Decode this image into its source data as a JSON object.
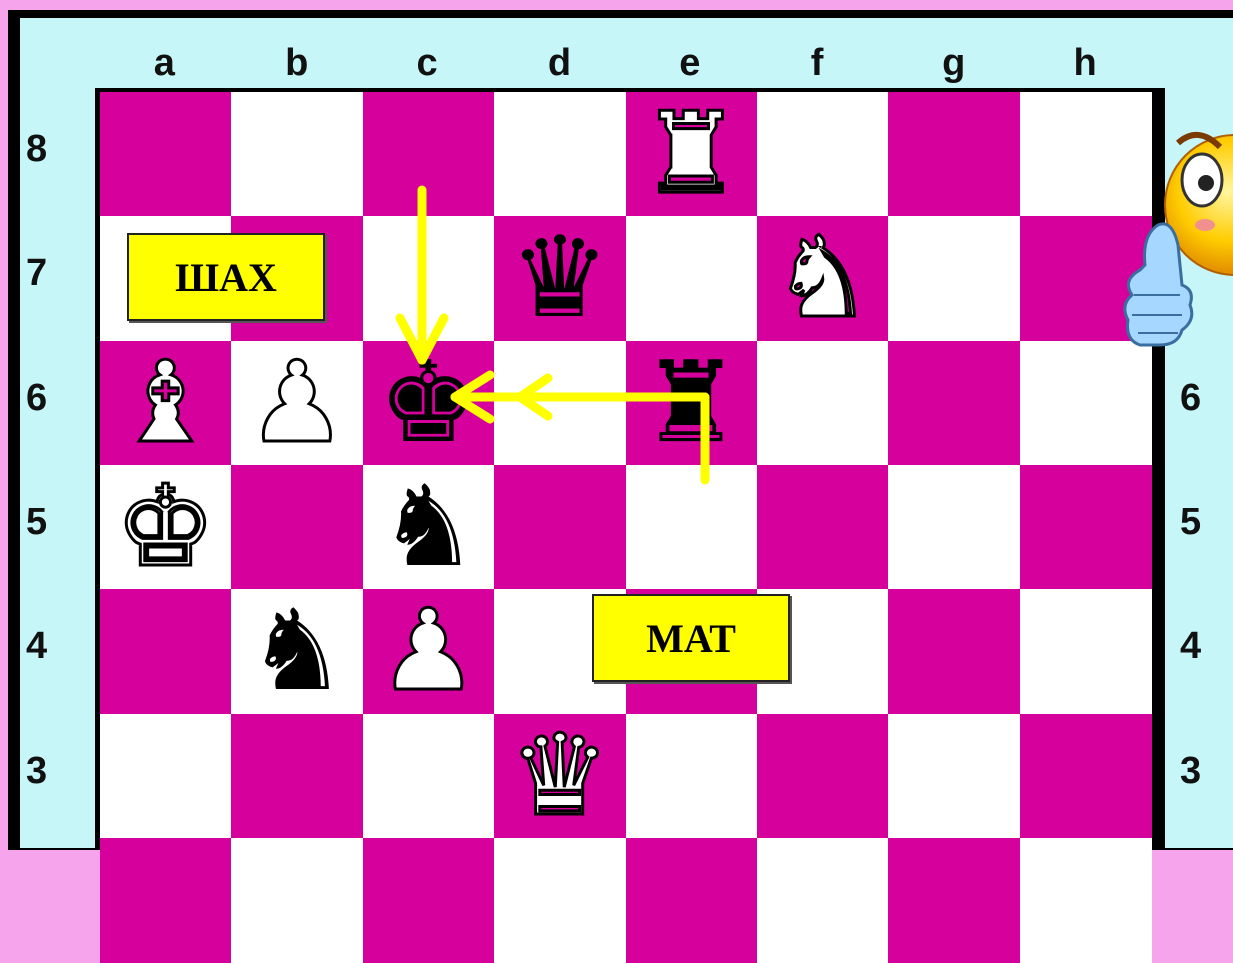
{
  "board": {
    "files": [
      "a",
      "b",
      "c",
      "d",
      "e",
      "f",
      "g",
      "h"
    ],
    "ranks_left": [
      "8",
      "7",
      "6",
      "5",
      "4",
      "3"
    ],
    "ranks_right": [
      "6",
      "5",
      "4",
      "3"
    ],
    "light_color": "#ffffff",
    "dark_color": "#d6009c",
    "pieces": [
      {
        "square": "e8",
        "piece": "rook",
        "color": "white",
        "glyph": "♜"
      },
      {
        "square": "d7",
        "piece": "queen",
        "color": "black",
        "glyph": "♛"
      },
      {
        "square": "f7",
        "piece": "knight",
        "color": "white",
        "glyph": "♞"
      },
      {
        "square": "a6",
        "piece": "bishop",
        "color": "white",
        "glyph": "♝"
      },
      {
        "square": "b6",
        "piece": "pawn",
        "color": "white",
        "glyph": "♟"
      },
      {
        "square": "c6",
        "piece": "king",
        "color": "black",
        "glyph": "♚"
      },
      {
        "square": "e6",
        "piece": "rook",
        "color": "black",
        "glyph": "♜"
      },
      {
        "square": "a5",
        "piece": "king",
        "color": "white",
        "glyph": "♚"
      },
      {
        "square": "c5",
        "piece": "knight",
        "color": "black",
        "glyph": "♞"
      },
      {
        "square": "b4",
        "piece": "knight",
        "color": "black",
        "glyph": "♞"
      },
      {
        "square": "c4",
        "piece": "pawn",
        "color": "white",
        "glyph": "♟"
      },
      {
        "square": "d3",
        "piece": "queen",
        "color": "white",
        "glyph": "♛"
      }
    ]
  },
  "labels": {
    "check": "ШАХ",
    "mate": "МАТ"
  },
  "arrows": [
    {
      "from": "c8",
      "to": "c6",
      "color": "#ffff00"
    },
    {
      "from": "e6",
      "to": "c6",
      "color": "#ffff00"
    }
  ],
  "decoration": {
    "smiley": "thumbs-up-smiley-icon"
  }
}
